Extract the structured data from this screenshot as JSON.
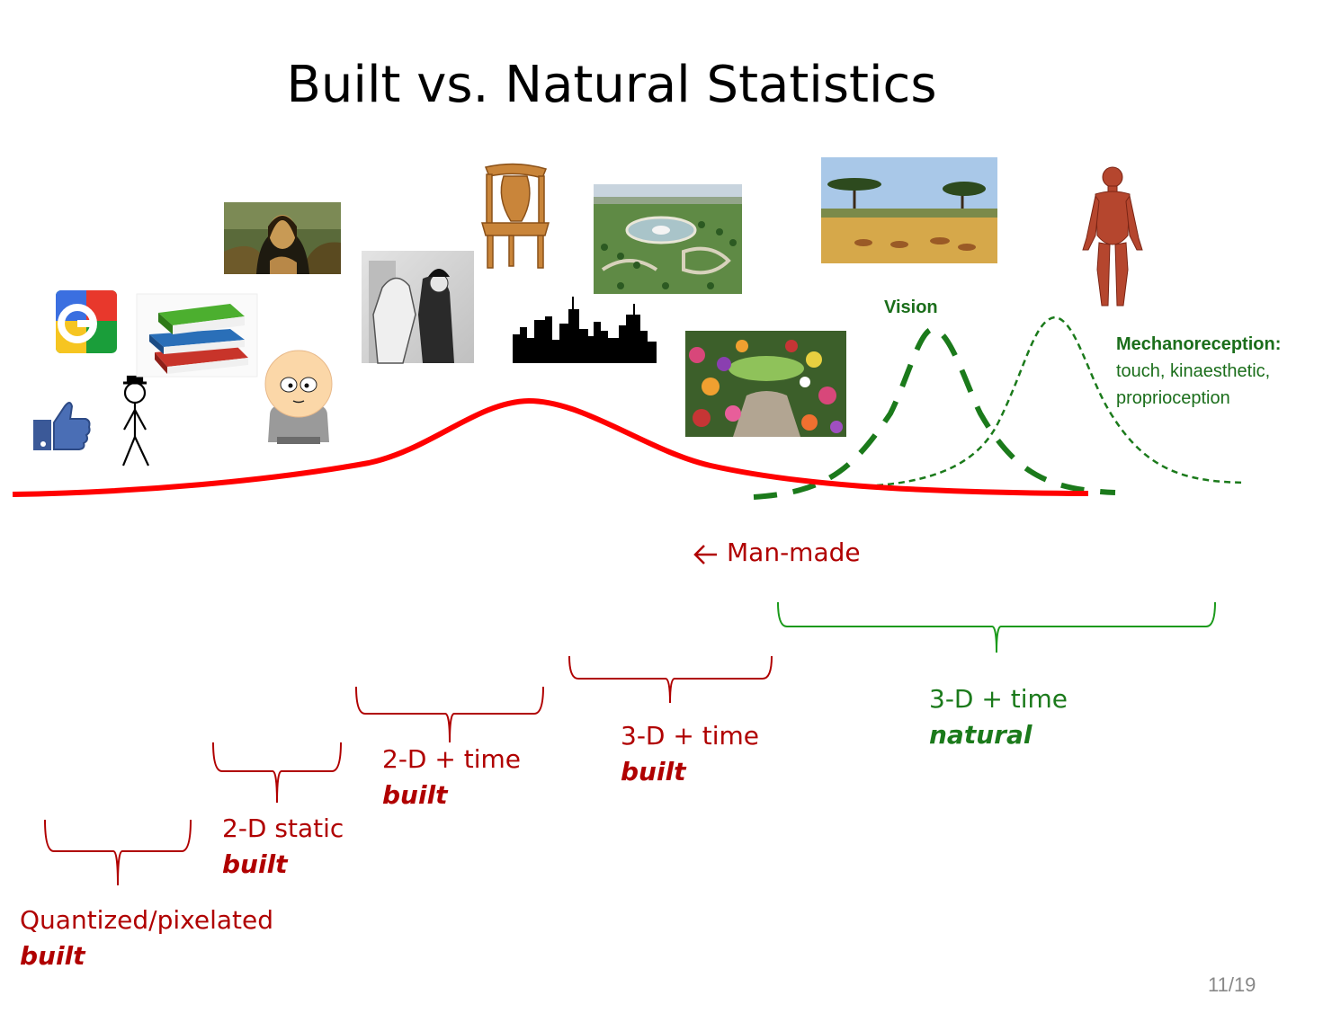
{
  "title": "Built vs. Natural Statistics",
  "man_made_label": "Man-made",
  "vision_label": "Vision",
  "mechanoreception": {
    "heading": "Mechanoreception:",
    "line1": "touch, kinaesthetic,",
    "line2": "proprioception"
  },
  "categories": [
    {
      "line1": "Quantized/pixelated",
      "line2": "built"
    },
    {
      "line1": "2-D static",
      "line2": "built"
    },
    {
      "line1": "2-D + time",
      "line2": "built"
    },
    {
      "line1": "3-D + time",
      "line2": "built"
    },
    {
      "line1": "3-D + time",
      "line2": "natural"
    }
  ],
  "page_number": "11/19",
  "colors": {
    "built": "#b00000",
    "natural": "#1b7a1b",
    "curve_red": "#ff0000",
    "curve_green": "#1b7a1b"
  },
  "pictures": [
    "google-icon",
    "thumbs-up-icon",
    "stick-figure",
    "books-icon",
    "mona-lisa-painting",
    "cartoon-character",
    "animated-film-still",
    "chair",
    "city-skyline",
    "formal-garden",
    "flower-garden",
    "savanna-photo",
    "human-anatomy-figure"
  ]
}
